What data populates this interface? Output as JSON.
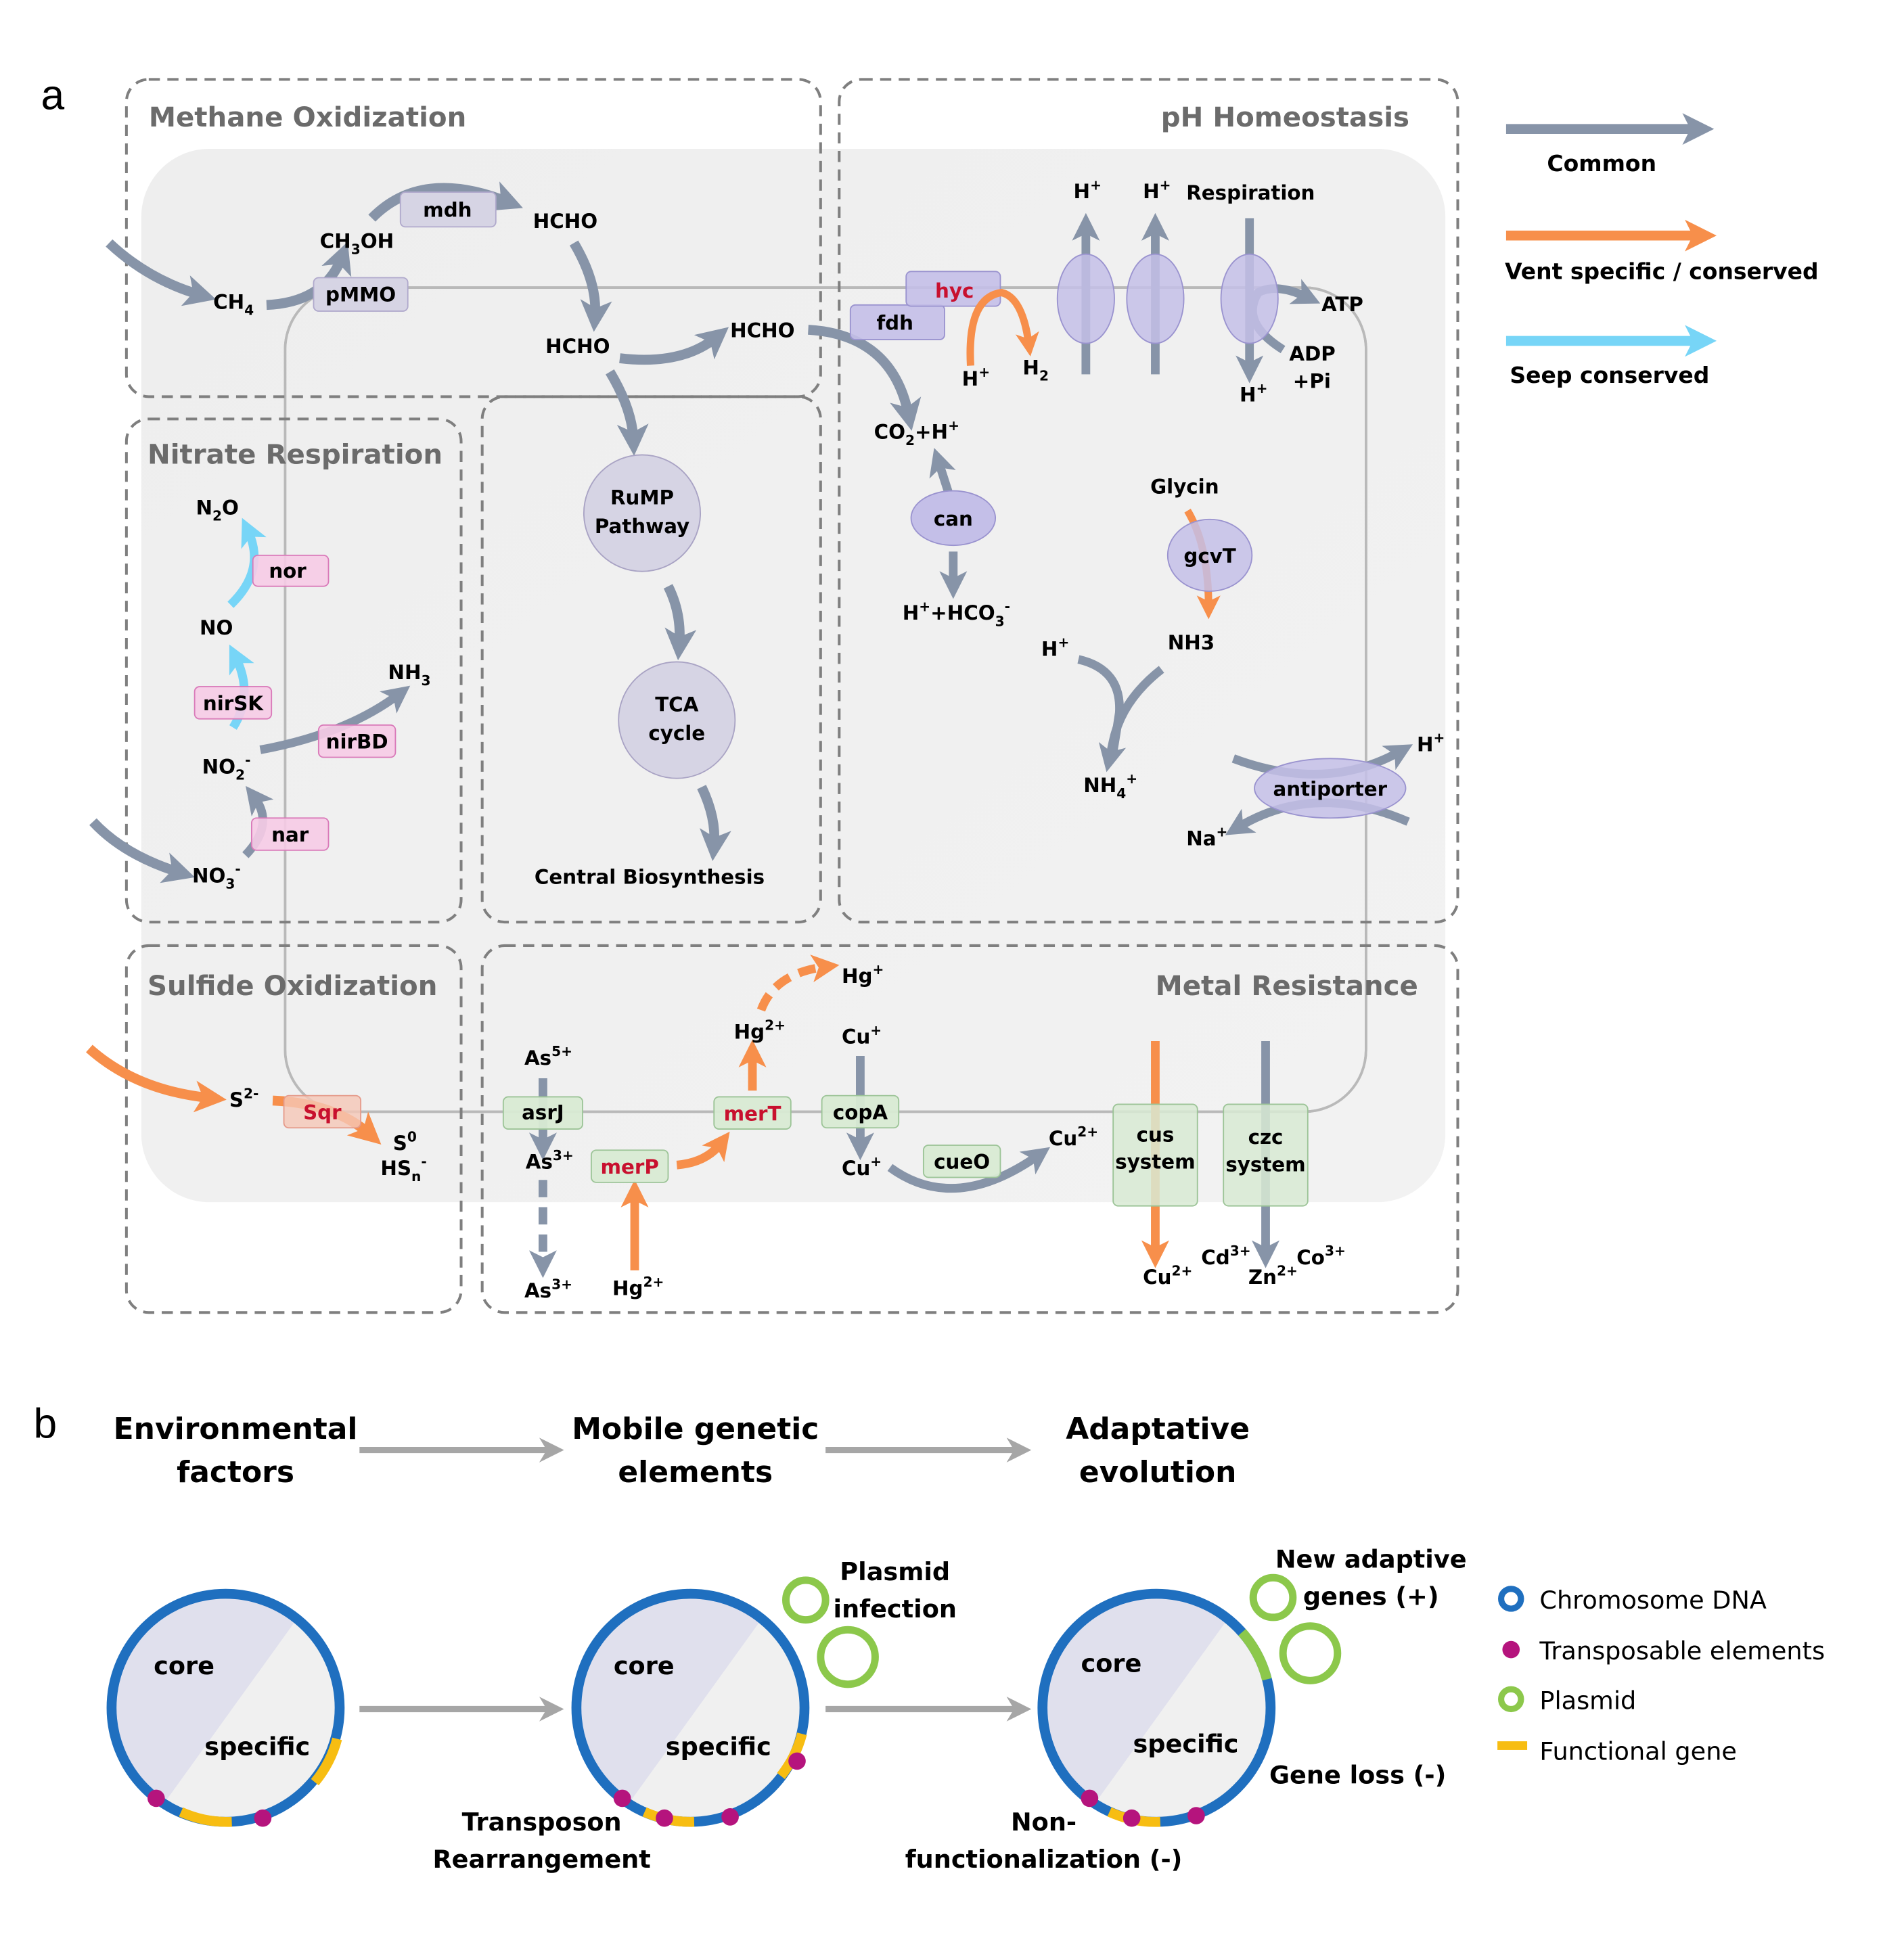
{
  "colors": {
    "common": "#8794a8",
    "vent": "#f78f4b",
    "seep": "#77d5f7",
    "enzyme_purple_fill": "#c4bfe8",
    "enzyme_purple_stroke": "#9a93cf",
    "enzyme_grey_fill": "#d6d4e4",
    "gene_pink_fill": "#f6cbe6",
    "gene_pink_stroke": "#d97ab9",
    "gene_green_fill": "#d8ead3",
    "gene_green_stroke": "#9cc497",
    "gene_red_text": "#c8102e",
    "chromosome": "#1f6fbf",
    "transposon": "#b5147d",
    "plasmid": "#8cc84b",
    "functional_gene": "#f7bd12",
    "section_title": "#6b6b6b"
  },
  "panel_a": {
    "letter": "a",
    "sections": {
      "methane": "Methane Oxidization",
      "ph": "pH Homeostasis",
      "nitrate": "Nitrate Respiration",
      "sulfide": "Sulfide Oxidization",
      "metal": "Metal Resistance"
    },
    "legend": [
      {
        "label": "Common",
        "color_key": "common"
      },
      {
        "label": "Vent specific / conserved",
        "color_key": "vent"
      },
      {
        "label": "Seep conserved",
        "color_key": "seep"
      }
    ],
    "methane": {
      "ch4": "CH",
      "ch4_sub": "4",
      "ch3oh_a": "CH",
      "ch3oh_sub": "3",
      "ch3oh_b": "OH",
      "pmmo": "pMMO",
      "mdh": "mdh",
      "hcho1": "HCHO",
      "hcho2": "HCHO",
      "hcho3": "HCHO",
      "rump": [
        "RuMP",
        "Pathway"
      ],
      "tca": [
        "TCA",
        "cycle"
      ],
      "central": "Central Biosynthesis"
    },
    "ph": {
      "fdh": "fdh",
      "hyc": "hyc",
      "h_plus_hyc": "H",
      "h2": "H",
      "h2_sub": "2",
      "h_plus_top1": "H",
      "h_plus_top2": "H",
      "respiration": "Respiration",
      "atp": "ATP",
      "adp": "ADP",
      "pi": "+Pi",
      "h_plus_resp": "H",
      "co2": "CO",
      "co2_sub": "2",
      "co2_tail": "+H",
      "can": "can",
      "hco3_a": "H",
      "hco3_b": "+HCO",
      "hco3_sub": "3",
      "glycin": "Glycin",
      "gcvt": "gcvT",
      "nh3": "NH3",
      "h_plus_nh": "H",
      "nh4": "NH",
      "nh4_sub": "4",
      "antiporter": "antiporter",
      "h_plus_anti": "H",
      "na": "Na"
    },
    "nitrate": {
      "n2o_a": "N",
      "n2o_sub": "2",
      "n2o_b": "O",
      "nor": "nor",
      "no": "NO",
      "nirsk": "nirSK",
      "nh3": "NH",
      "nh3_sub": "3",
      "nirbd": "nirBD",
      "no2": "NO",
      "no2_sub": "2",
      "nar": "nar",
      "no3": "NO",
      "no3_sub": "3"
    },
    "sulfide": {
      "s2": "S",
      "s2_sup": "2-",
      "sqr": "Sqr",
      "s0": "S",
      "s0_sup": "0",
      "hsn": "HS",
      "hsn_sub": "n",
      "hsn_sup": "-"
    },
    "metal": {
      "as5": "As",
      "as5_sup": "5+",
      "asrj": "asrJ",
      "as3_in": "As",
      "as3_sup": "3+",
      "as3_out": "As",
      "merp": "merP",
      "mert": "merT",
      "hg2_top": "Hg",
      "hg2_sup": "2+",
      "hg_plus": "Hg",
      "hg_plus_sup": "+",
      "hg2_bottom": "Hg",
      "cu_plus_top": "Cu",
      "cu_plus_sup": "+",
      "copa": "copA",
      "cu_plus_bottom": "Cu",
      "cueo": "cueO",
      "cu2_right": "Cu",
      "cu2_sup": "2+",
      "cus": [
        "cus",
        "system"
      ],
      "czc": [
        "czc",
        "system"
      ],
      "cu2_out": "Cu",
      "cd3": "Cd",
      "cd3_sup": "3+",
      "zn2": "Zn",
      "zn2_sup": "2+",
      "co3": "Co",
      "co3_sup": "3+"
    }
  },
  "panel_b": {
    "letter": "b",
    "steps": [
      [
        "Environmental",
        "factors"
      ],
      [
        "Mobile genetic",
        "elements"
      ],
      [
        "Adaptative",
        "evolution"
      ]
    ],
    "circle_core": "core",
    "circle_specific": "specific",
    "annotations": {
      "transposon": [
        "Transposon",
        "Rearrangement"
      ],
      "plasmid_infection": [
        "Plasmid",
        "infection"
      ],
      "new_genes": [
        "New adaptive",
        "genes (+)"
      ],
      "gene_loss": "Gene loss (-)",
      "nonfunc": [
        "Non-",
        "functionalization (-)"
      ]
    },
    "legend": [
      {
        "label": "Chromosome DNA",
        "kind": "chromosome"
      },
      {
        "label": "Transposable elements",
        "kind": "transposon"
      },
      {
        "label": "Plasmid",
        "kind": "plasmid"
      },
      {
        "label": "Functional gene",
        "kind": "functional_gene"
      }
    ]
  }
}
